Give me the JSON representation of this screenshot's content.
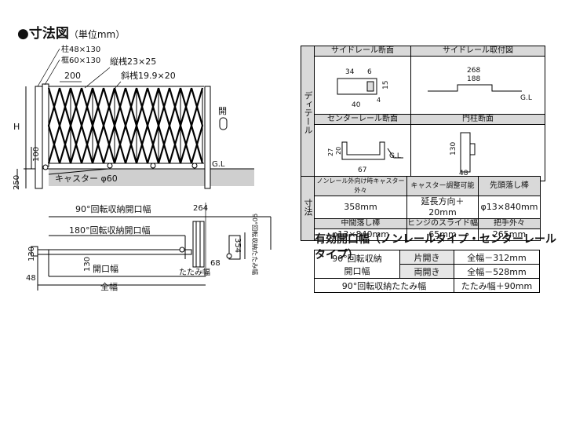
{
  "title": {
    "main": "●寸法図",
    "unit": "（単位mm）"
  },
  "gate": {
    "post": "柱48×130",
    "frame": "框60×130",
    "vbar": "縦桟23×25",
    "dbar": "斜桟19.9×20",
    "pitch": "200",
    "h": "H",
    "h100": "100",
    "h250": "250",
    "gl": "G.L",
    "caster": "キャスター φ60",
    "open": "開"
  },
  "plan": {
    "w90": "90°回転収納開口幅",
    "w180": "180°回転収納開口幅",
    "d264": "264",
    "d354": "354",
    "d68": "68",
    "v90": "90°回転収納たたみ幅",
    "d130a": "130",
    "d130b": "130",
    "d48": "48",
    "opening": "開口幅",
    "fold": "たたみ幅",
    "total": "全幅"
  },
  "detail": {
    "side_label": "ディテール",
    "side_rail": "サイドレール断面",
    "side_rail_mount": "サイドレール取付図",
    "center_rail": "センターレール断面",
    "gate_post": "門柱断面",
    "sr": {
      "d34": "34",
      "d6": "6",
      "d15": "15",
      "d4": "4",
      "d40": "40"
    },
    "srm": {
      "d268": "268",
      "d188": "188",
      "gl": "G.L"
    },
    "cr": {
      "d27": "27",
      "d20": "20",
      "d67": "67",
      "gl": "G.L"
    },
    "gp": {
      "d130": "130",
      "d48": "48"
    }
  },
  "dims": {
    "side_label": "寸法",
    "r1h": [
      "ノンレール外向け時キャスター外々",
      "キャスター調整可能",
      "先頭落し棒"
    ],
    "r1v": [
      "358mm",
      "延長方向＋20mm",
      "φ13×840mm"
    ],
    "r2h": [
      "中間落し棒",
      "ヒンジのスライド幅",
      "把手外々"
    ],
    "r2v": [
      "φ13×840mm",
      "65mm",
      "265mm"
    ]
  },
  "effective": {
    "title": "有効開口幅（ノンレールタイプ・センターレールタイプ）",
    "r1a": "90°回転収納",
    "r1b": "開口幅",
    "single": "片開き",
    "single_v": "全幅－312mm",
    "double": "両開き",
    "double_v": "全幅－528mm",
    "r3": "90°回転収納たたみ幅",
    "r3_v": "たたみ幅＋90mm"
  }
}
